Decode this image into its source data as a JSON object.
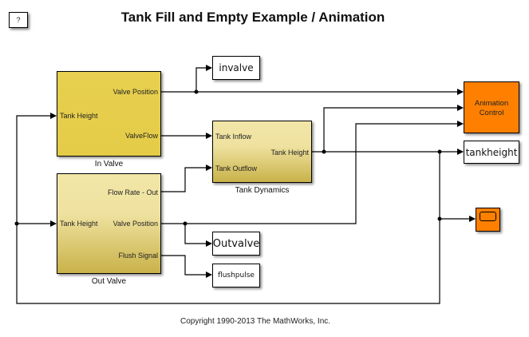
{
  "diagram": {
    "title": "Tank Fill and Empty Example / Animation",
    "help_button": "?",
    "copyright": "Copyright 1990-2013 The MathWorks, Inc.",
    "colors": {
      "in_valve": "#e6ce4c",
      "gradient_light": "#f2e6a8",
      "gradient_dark": "#c9b24a",
      "orange": "#ff8000",
      "line": "#000000"
    },
    "blocks": {
      "in_valve": {
        "name": "In Valve",
        "inputs": [
          "Tank Height"
        ],
        "outputs": [
          "Valve Position",
          "ValveFlow"
        ]
      },
      "out_valve": {
        "name": "Out Valve",
        "inputs": [
          "Tank Height"
        ],
        "outputs": [
          "Flow Rate - Out",
          "Valve Position",
          "Flush Signal"
        ]
      },
      "tank_dynamics": {
        "name": "Tank Dynamics",
        "inputs": [
          "Tank Inflow",
          "Tank Outflow"
        ],
        "outputs": [
          "Tank Height"
        ]
      },
      "animation_control": {
        "name": "Animation Control",
        "line1": "Animation",
        "line2": "Control"
      },
      "scope": {
        "icon": "scope-icon"
      },
      "sinks": {
        "invalve": "invalve",
        "outvalve": "Outvalve",
        "flushpulse": "flushpulse",
        "tankheight": "tankheight"
      }
    }
  }
}
